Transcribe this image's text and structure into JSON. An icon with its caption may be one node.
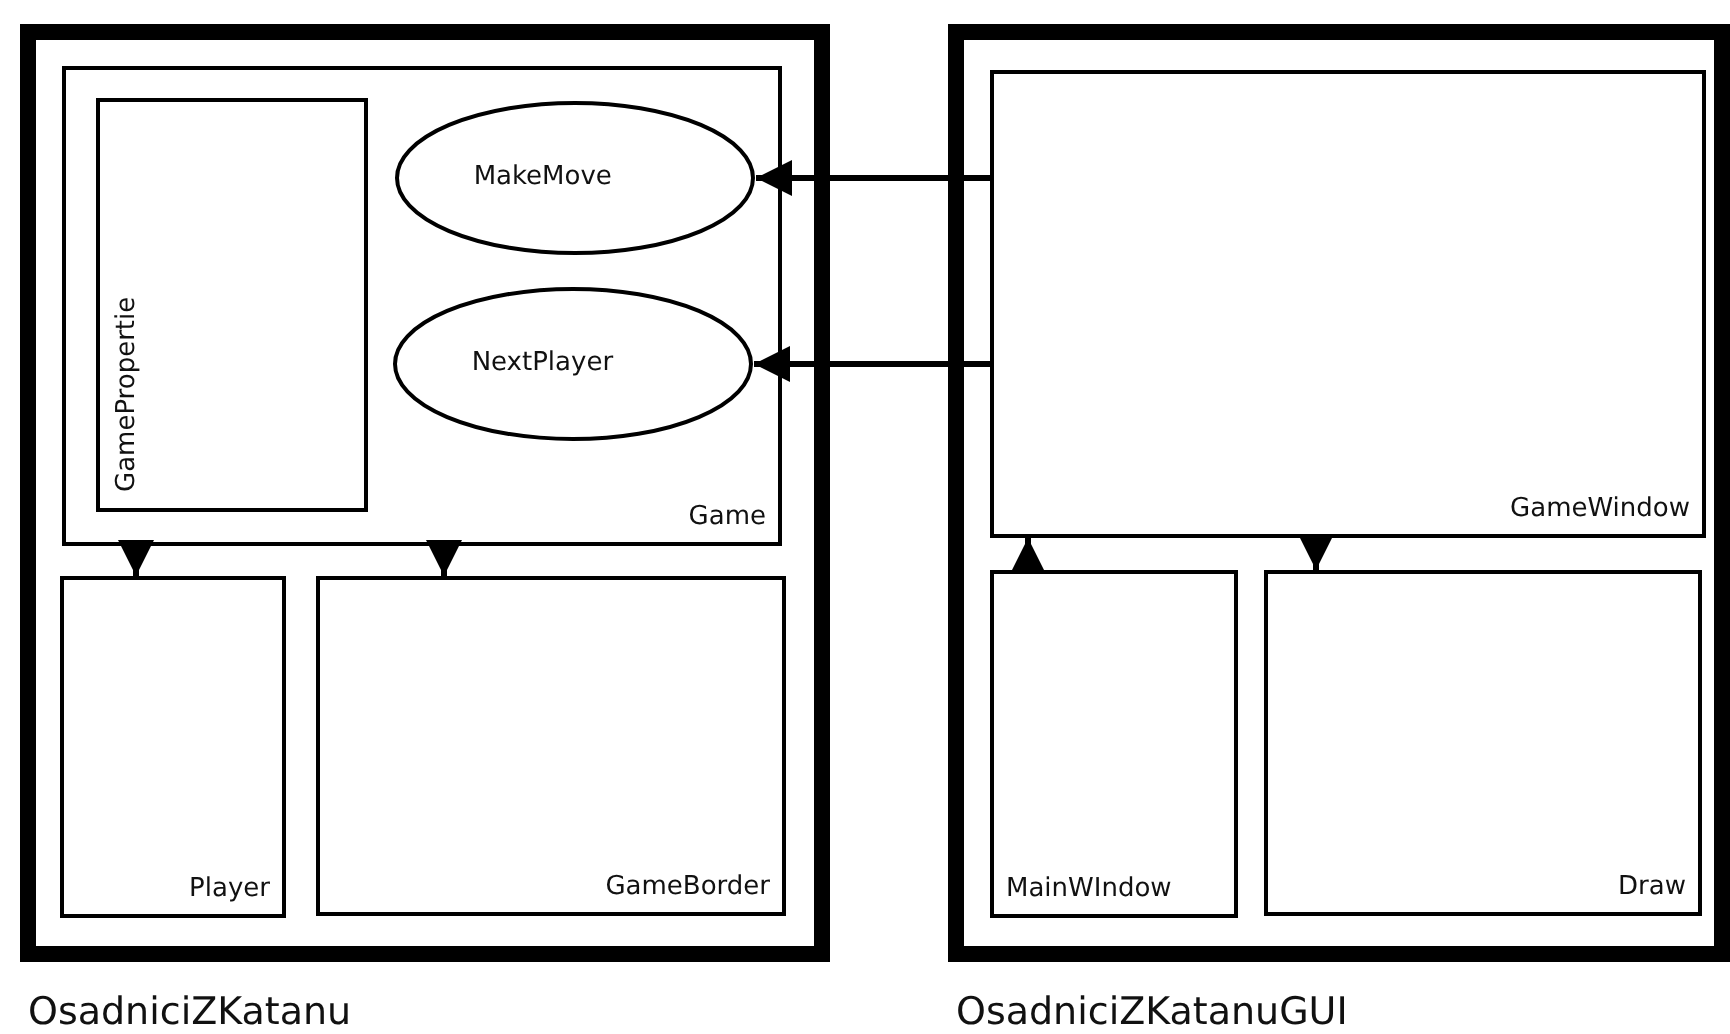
{
  "diagram": {
    "nodes": [
      {
        "text": [
          "OsadniciZKatanu"
        ]
      },
      {
        "text": [
          "Game"
        ],
        "in": 0
      },
      {
        "text": [
          "GamePropertie"
        ],
        "in": 1
      },
      {
        "text": [
          "MakeMove"
        ],
        "in": 1
      },
      {
        "text": [
          "NextPlayer"
        ],
        "in": 1
      },
      {
        "text": [
          "Player"
        ],
        "in": 0
      },
      {
        "text": [
          "GameBorder"
        ],
        "in": 0
      },
      {
        "text": [
          "OsadniciZKatanuGUI"
        ]
      },
      {
        "text": [
          "GameWindow"
        ],
        "in": 7
      },
      {
        "text": [
          "MainWIndow"
        ],
        "in": 7
      },
      {
        "text": [
          "Draw"
        ],
        "in": 7
      }
    ],
    "edges": [
      {
        "from": 8,
        "to": 3,
        "arrow": "to"
      },
      {
        "from": 8,
        "to": 4,
        "arrow": "to"
      },
      {
        "from": 1,
        "to": 5,
        "arrow": "to"
      },
      {
        "from": 1,
        "to": 6,
        "arrow": "to"
      },
      {
        "from": 9,
        "to": 8,
        "arrow": "to"
      },
      {
        "from": 8,
        "to": 10,
        "arrow": "to"
      }
    ]
  }
}
